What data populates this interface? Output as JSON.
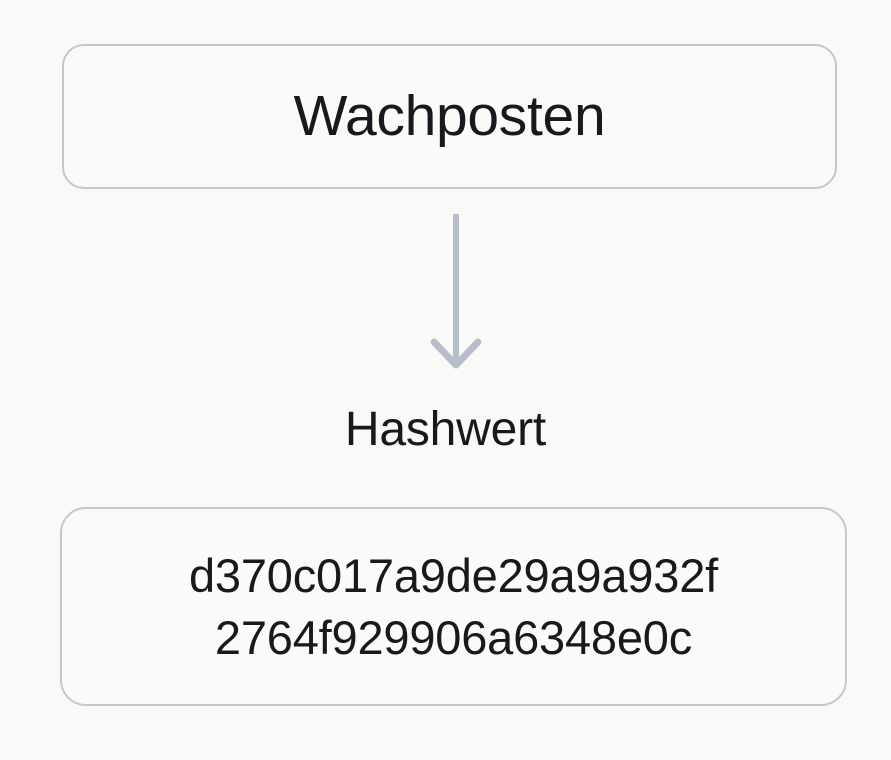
{
  "diagram": {
    "title": "Wachposten Hashwert",
    "background_color": "#faf9f7",
    "node_border_color": "#c2c8d0",
    "node_fill_color": "#fbfaf8",
    "text_color": "#16191d",
    "arrow_color": "#b6bec9",
    "source_node": {
      "label": "Wachposten"
    },
    "edge": {
      "label": "Hashwert",
      "direction": "down",
      "arrowhead": "chevron-down-icon"
    },
    "hash_node": {
      "value": "d370c017a9de29a9a932f2764f929906a6348e0c",
      "lines": [
        "d370c017a9de29a9a932f",
        "2764f929906a6348e0c"
      ]
    }
  }
}
